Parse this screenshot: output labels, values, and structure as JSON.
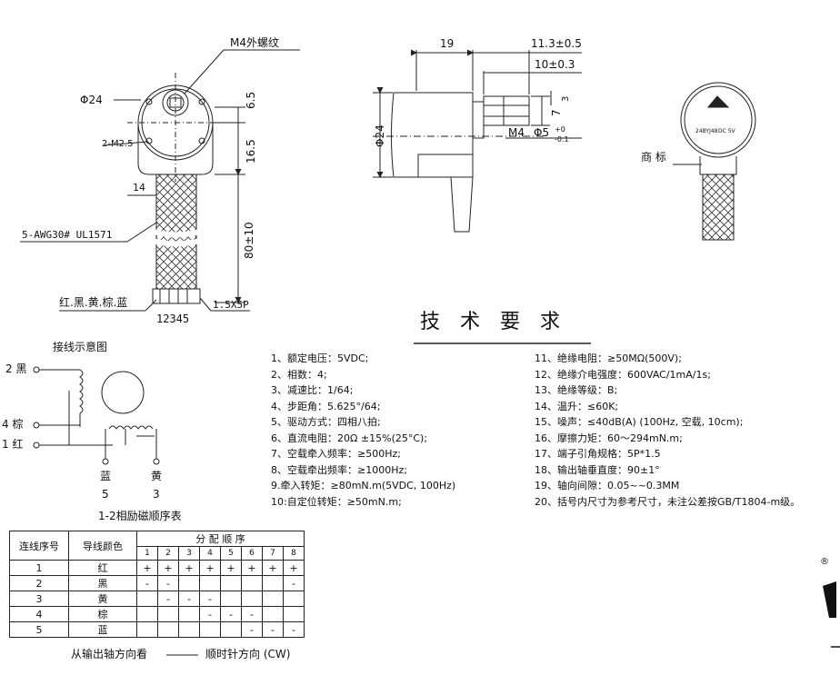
{
  "front_view": {
    "thread_label": "M4外螺纹",
    "dia_label": "Φ24",
    "hole_label": "2-M2.5",
    "dim_65": "6.5",
    "dim_165": "16.5",
    "dim_14": "14",
    "wire_label": "5-AWG30# UL1571",
    "length_label": "80±10",
    "colors_label": "红.黑.黄.棕.蓝",
    "connector_label": "1.5X5P",
    "pins_label": "12345"
  },
  "side_view": {
    "dim_19": "19",
    "dim_113": "11.3±0.5",
    "dim_10": "10±0.3",
    "dia_label": "Φ24",
    "dim_7": "7",
    "dim_3": "3",
    "m4_label": "M4",
    "shaft_label": "Φ5",
    "shaft_tol_up": "+0",
    "shaft_tol_down": "-0.1"
  },
  "label_view": {
    "trademark_label": "商 标",
    "sticker_lines": [
      "24BYJ48",
      "DC 5V"
    ]
  },
  "wiring": {
    "title": "接线示意图",
    "wires": [
      "2 黑",
      "4 棕",
      "1 红"
    ],
    "bottom_blue": "蓝",
    "bottom_blue_num": "5",
    "bottom_yellow": "黄",
    "bottom_yellow_num": "3",
    "caption": "1-2相励磁顺序表"
  },
  "specs_title": "技术要求",
  "specs_left": [
    "1、额定电压：5VDC;",
    "2、相数：4;",
    "3、减速比：1/64;",
    "4、步距角：5.625°/64;",
    "5、驱动方式：四相八拍;",
    "6、直流电阻：20Ω ±15%(25°C);",
    "7、空载牵入频率：≥500Hz;",
    "8、空载牵出频率：≥1000Hz;",
    "9.牵入转矩：≥80mN.m(5VDC, 100Hz)",
    "10:自定位转矩：≥50mN.m;"
  ],
  "specs_right": [
    "11、绝缘电阻：≥50MΩ(500V);",
    "12、绝缘介电强度：600VAC/1mA/1s;",
    "13、绝缘等级：B;",
    "14、温升：≤60K;",
    "15、噪声：≤40dB(A) (100Hz, 空载, 10cm);",
    "16、摩擦力矩：60～294mN.m;",
    "17、端子引角规格：5P*1.5",
    "18、输出轴垂直度：90±1°",
    "19、轴向间隙：0.05~~0.3MM",
    "20、括号内尺寸为参考尺寸，未注公差按GB/T1804-m级。"
  ],
  "table": {
    "col_seq": "连线序号",
    "col_color": "导线颜色",
    "col_order": "分 配 顺 序",
    "steps": [
      "1",
      "2",
      "3",
      "4",
      "5",
      "6",
      "7",
      "8"
    ],
    "rows": [
      {
        "no": "1",
        "color": "红",
        "cells": [
          "+",
          "+",
          "+",
          "+",
          "+",
          "+",
          "+",
          "+"
        ]
      },
      {
        "no": "2",
        "color": "黑",
        "cells": [
          "-",
          "-",
          "",
          "",
          "",
          "",
          "",
          "-"
        ]
      },
      {
        "no": "3",
        "color": "黄",
        "cells": [
          "",
          "-",
          "-",
          "-",
          "",
          "",
          "",
          ""
        ]
      },
      {
        "no": "4",
        "color": "棕",
        "cells": [
          "",
          "",
          "",
          "-",
          "-",
          "-",
          "",
          ""
        ]
      },
      {
        "no": "5",
        "color": "蓝",
        "cells": [
          "",
          "",
          "",
          "",
          "",
          "-",
          "-",
          "-"
        ]
      }
    ]
  },
  "footer": {
    "left": "从输出轴方向看",
    "right": "顺时针方向 (CW)"
  },
  "corner_mark": "®"
}
